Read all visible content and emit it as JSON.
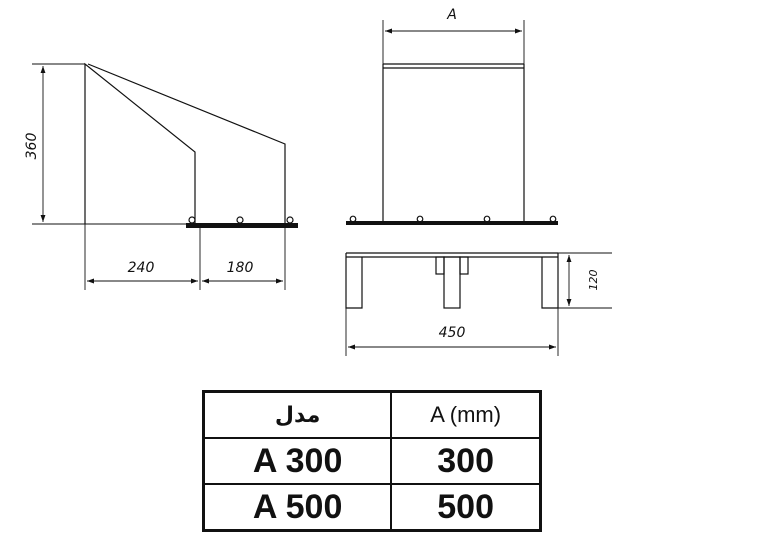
{
  "drawing": {
    "side_view": {
      "dim_height": "360",
      "dim_length_1": "240",
      "dim_length_2": "180"
    },
    "front_view": {
      "dim_width": "A"
    },
    "bottom_view": {
      "dim_width": "450",
      "dim_height": "120"
    }
  },
  "table": {
    "headers": [
      "مدل",
      "A (mm)"
    ],
    "rows": [
      {
        "model": "A 300",
        "a": "300"
      },
      {
        "model": "A 500",
        "a": "500"
      }
    ]
  }
}
